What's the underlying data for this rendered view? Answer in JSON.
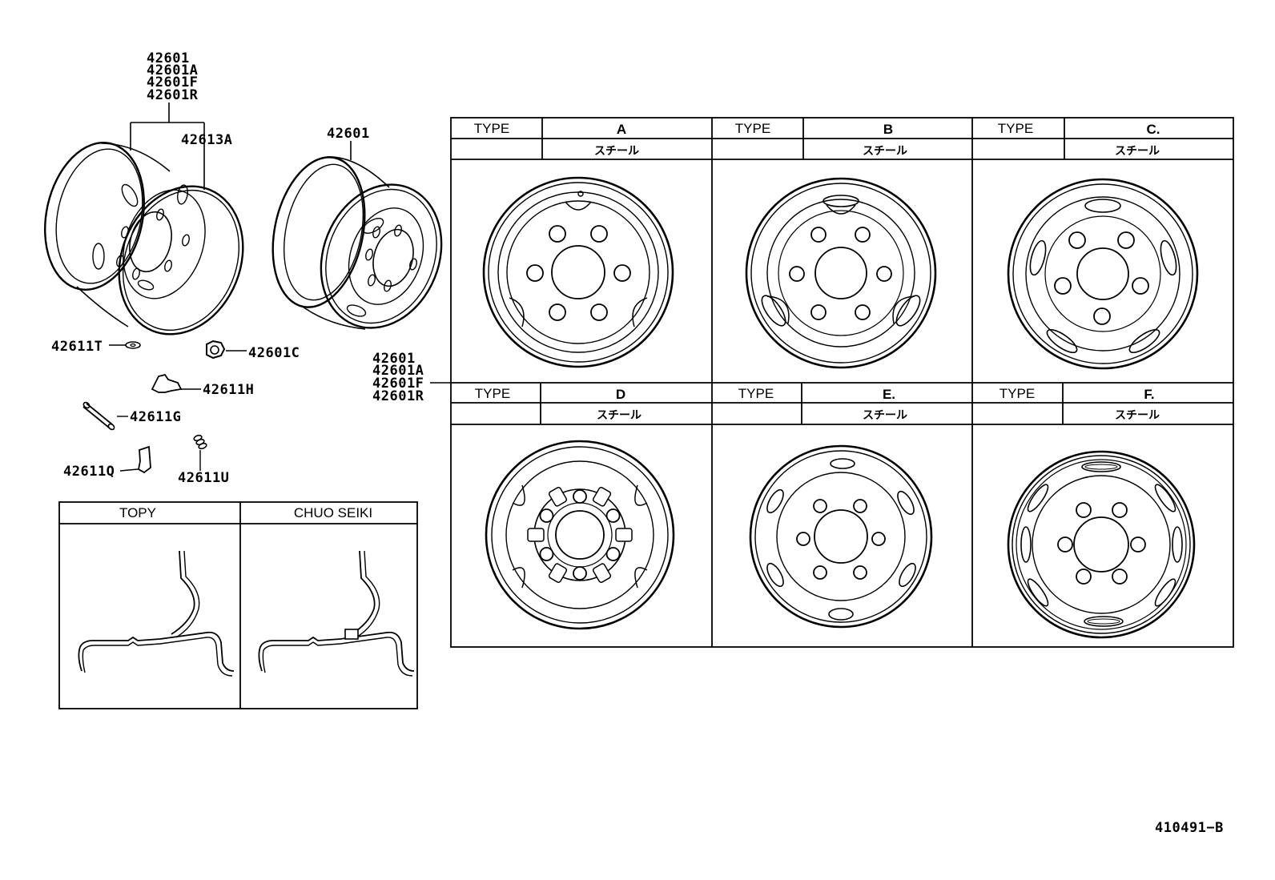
{
  "left_assembly": {
    "stack": [
      "42601",
      "42601A",
      "42601F",
      "42601R"
    ],
    "ring": "42613A",
    "wheel": "42601",
    "valve_ring": "42611T",
    "hub_nut": "42601C",
    "part_h": "42611H",
    "part_g": "42611G",
    "part_q": "42611Q",
    "part_u": "42611U"
  },
  "center_stack": [
    "42601",
    "42601A",
    "42601F",
    "42601R"
  ],
  "rim_makers": {
    "left": "TOPY",
    "right": "CHUO SEIKI"
  },
  "wheel_types": [
    {
      "type_label": "TYPE",
      "type": "A",
      "material": "スチール"
    },
    {
      "type_label": "TYPE",
      "type": "B",
      "material": "スチール"
    },
    {
      "type_label": "TYPE",
      "type": "C.",
      "material": "スチール"
    },
    {
      "type_label": "TYPE",
      "type": "D",
      "material": "スチール"
    },
    {
      "type_label": "TYPE",
      "type": "E.",
      "material": "スチール"
    },
    {
      "type_label": "TYPE",
      "type": "F.",
      "material": "スチール"
    }
  ],
  "diagram_code": "410491−B"
}
